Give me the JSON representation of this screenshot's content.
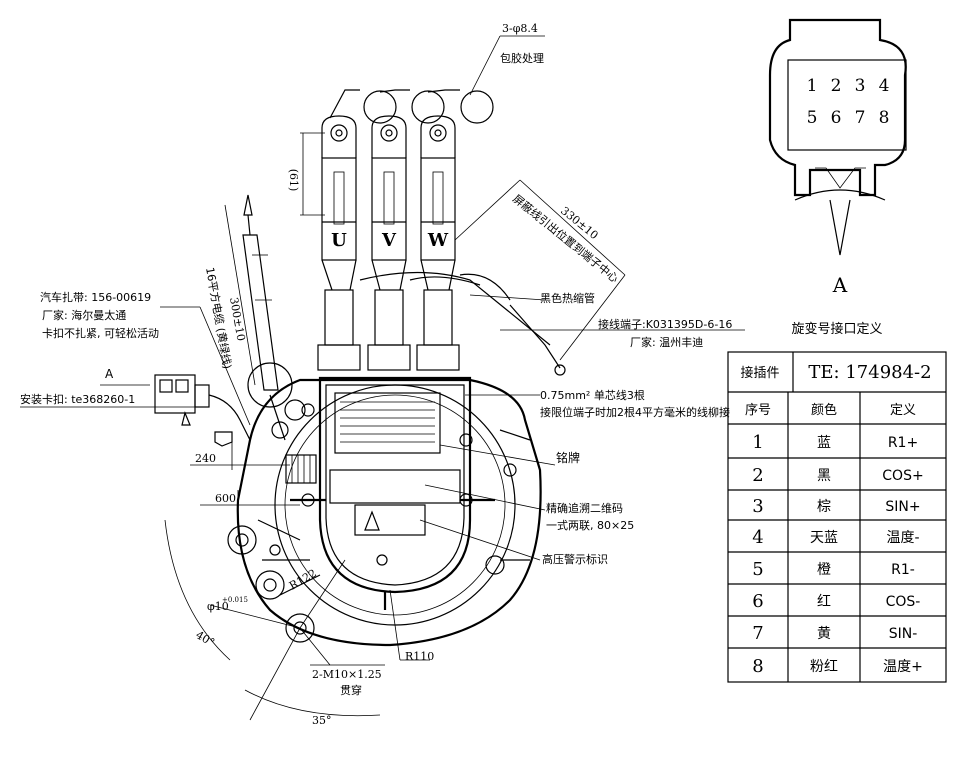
{
  "phases": [
    "U",
    "V",
    "W"
  ],
  "connector_pins": {
    "row1": [
      "1",
      "2",
      "3",
      "4"
    ],
    "row2": [
      "5",
      "6",
      "7",
      "8"
    ]
  },
  "view_letter": "A",
  "table": {
    "title": "旋变号接口定义",
    "connector_label": "接插件",
    "connector_value": "TE: 174984-2",
    "headers": [
      "序号",
      "颜色",
      "定义"
    ],
    "rows": [
      {
        "no": "1",
        "color": "蓝",
        "def": "R1+"
      },
      {
        "no": "2",
        "color": "黑",
        "def": "COS+"
      },
      {
        "no": "3",
        "color": "棕",
        "def": "SIN+"
      },
      {
        "no": "4",
        "color": "天蓝",
        "def": "温度-"
      },
      {
        "no": "5",
        "color": "橙",
        "def": "R1-"
      },
      {
        "no": "6",
        "color": "红",
        "def": "COS-"
      },
      {
        "no": "7",
        "color": "黄",
        "def": "SIN-"
      },
      {
        "no": "8",
        "color": "粉红",
        "def": "温度+"
      }
    ]
  },
  "labels": {
    "holes": "3-φ8.4",
    "rubber": "包胶处理",
    "dim61": "(61)",
    "shield": "屏蔽线引出位置到端子中心",
    "dim330": "330±10",
    "heat_shrink": "黑色热缩管",
    "terminal": "接线端子:K031395D-6-16",
    "terminal_maker": "厂家: 温州丰迪",
    "wire_core": "0.75mm² 单芯线3根",
    "wire_note": "接限位端子时加2根4平方毫米的线柳接",
    "cable_tie": "汽车扎带: 156-00619",
    "cable_tie_maker": "厂家: 海尔曼太通",
    "cable_tie_note": "卡扣不扎紧, 可轻松活动",
    "view_a": "A",
    "clip": "安装卡扣: te368260-1",
    "cable_16": "16平方电缆 (黄绿线)",
    "dim300": "300±10",
    "dim240": "240",
    "dim600": "600",
    "nameplate": "铭牌",
    "qr": "精确追溯二维码",
    "qr_note": "一式两联, 80×25",
    "hv_warning": "高压警示标识",
    "r122": "R122",
    "dim10": "φ10",
    "tol": "+0.015",
    "angle40": "40°",
    "thread": "2-M10×1.25",
    "thread_note": "贯穿",
    "r110": "R110",
    "angle35": "35°"
  },
  "colors": {
    "ink": "#000000",
    "paper": "#ffffff"
  }
}
